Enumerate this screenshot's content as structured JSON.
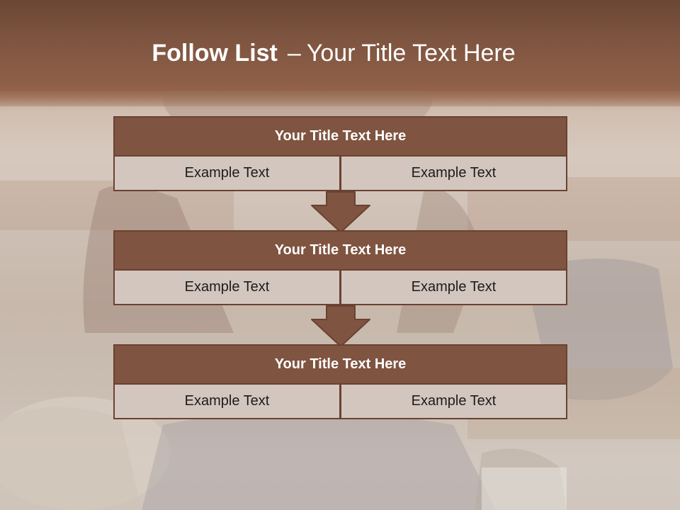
{
  "slide": {
    "title_bold": "Follow List",
    "title_dash": "–",
    "title_rest": "Your Title Text Here"
  },
  "blocks": [
    {
      "title": "Your Title Text Here",
      "left": "Example Text",
      "right": "Example Text"
    },
    {
      "title": "Your Title Text Here",
      "left": "Example Text",
      "right": "Example Text"
    },
    {
      "title": "Your Title Text Here",
      "left": "Example Text",
      "right": "Example Text"
    }
  ],
  "colors": {
    "header": "#7d5440",
    "block_title": "#7f5440",
    "block_border": "#6a4232",
    "cell_fill": "#d3c6be",
    "arrow_fill": "#7f5440"
  }
}
